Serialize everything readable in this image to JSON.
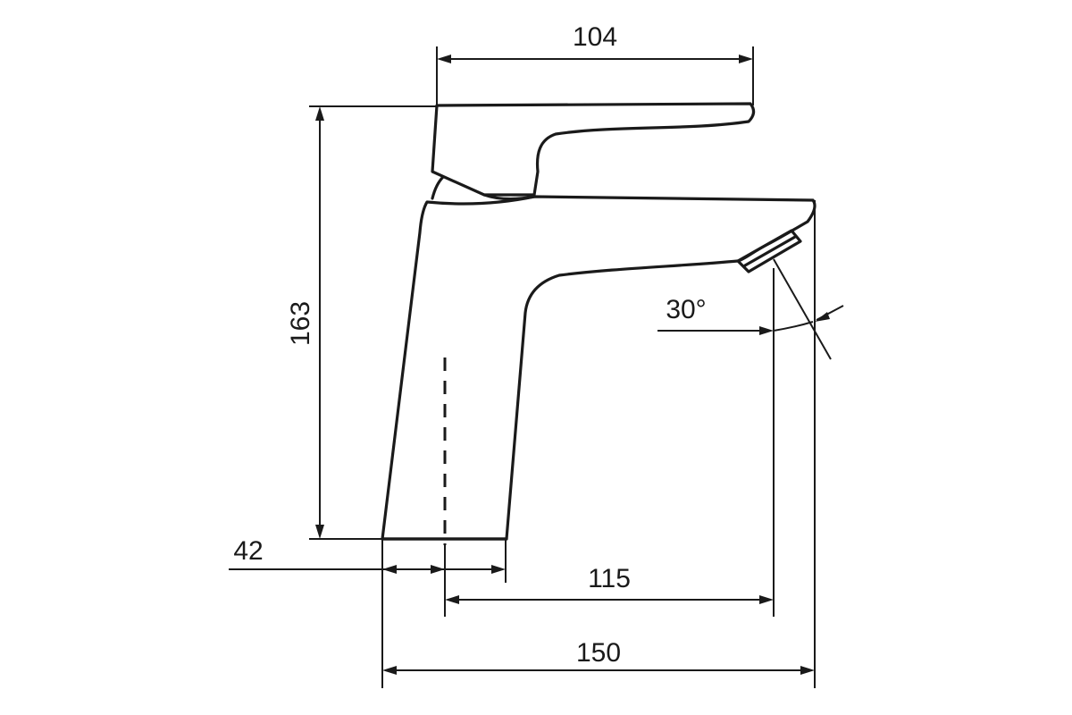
{
  "dimensions": {
    "handle_length": "104",
    "total_height": "163",
    "base_offset": "42",
    "spout_projection": "115",
    "total_depth": "150",
    "outlet_angle": "30°"
  },
  "colors": {
    "line": "#1a1a1a",
    "background": "#ffffff"
  }
}
